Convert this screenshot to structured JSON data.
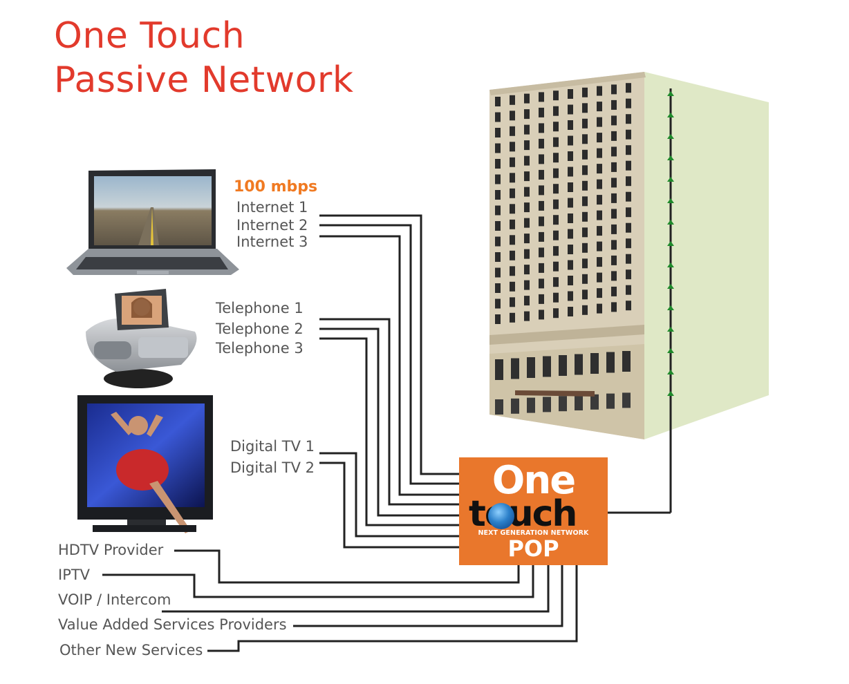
{
  "title": {
    "line1": "One Touch",
    "line2": "Passive Network"
  },
  "speed_label": "100 mbps",
  "services": {
    "internet": [
      "Internet 1",
      "Internet 2",
      "Internet 3"
    ],
    "telephone": [
      "Telephone 1",
      "Telephone 2",
      "Telephone 3"
    ],
    "tv": [
      "Digital TV 1",
      "Digital TV 2"
    ]
  },
  "providers": [
    "HDTV Provider",
    "IPTV",
    "VOIP / Intercom",
    "Value Added Services Providers",
    "Other New Services"
  ],
  "pop_logo": {
    "word1": "One",
    "word2": "touch",
    "tagline": "NEXT GENERATION NETWORK",
    "label": "POP"
  },
  "devices": [
    "laptop-image",
    "video-phone-image",
    "television-image",
    "office-building-image"
  ],
  "colors": {
    "title": "#e23a2c",
    "speed": "#f07a22",
    "pop_box": "#e9772c",
    "riser_arrows": "#1f8a2b",
    "lines": "#222222"
  }
}
